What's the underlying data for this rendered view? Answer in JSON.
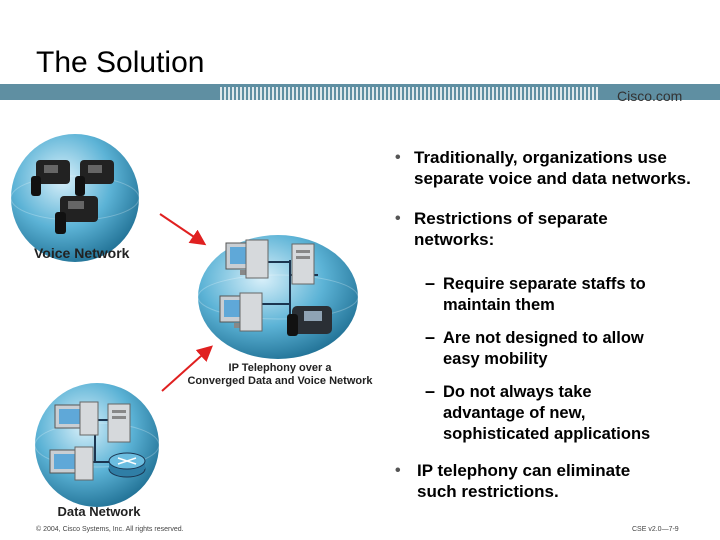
{
  "slide": {
    "title": "The Solution",
    "logo_text": "Cisco.com",
    "footer_left": "© 2004, Cisco Systems, Inc. All rights reserved.",
    "footer_right": "CSE v2.0—7-9"
  },
  "diagram": {
    "voice_label": "Voice Network",
    "converged_label_line1": "IP Telephony over a",
    "converged_label_line2": "Converged Data and Voice Network",
    "data_label": "Data Network"
  },
  "bullets": [
    {
      "text_line1": "Traditionally, organizations use",
      "text_line2": "separate voice and data networks."
    },
    {
      "text_line1": "Restrictions of separate",
      "text_line2": "networks:"
    },
    {
      "text_line1": "IP telephony can eliminate",
      "text_line2": "such restrictions."
    }
  ],
  "subbullets": [
    {
      "line1": "Require separate staffs to",
      "line2": "maintain them"
    },
    {
      "line1": "Are not designed to allow",
      "line2": "easy mobility"
    },
    {
      "line1": "Do not always take",
      "line2": "advantage of new,",
      "line3": "sophisticated applications"
    }
  ],
  "colors": {
    "band": "#5f8fa2",
    "arrow": "#e02020",
    "globe": "#4aa3c9"
  }
}
